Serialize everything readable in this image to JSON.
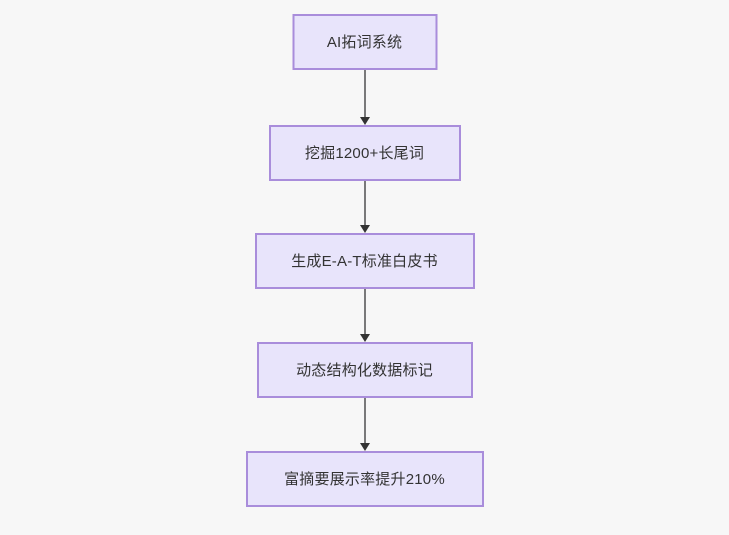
{
  "diagram": {
    "type": "flowchart",
    "direction": "top-to-bottom",
    "background_color": "#f7f7f7",
    "node_fill_color": "#e8e4fb",
    "node_border_color": "#a98ddb",
    "node_text_color": "#333333",
    "connector_color": "#79797a",
    "arrowhead_color": "#333333",
    "nodes": [
      {
        "id": "n0",
        "label": "AI拓词系统"
      },
      {
        "id": "n1",
        "label": "挖掘1200+长尾词"
      },
      {
        "id": "n2",
        "label": "生成E-A-T标准白皮书"
      },
      {
        "id": "n3",
        "label": "动态结构化数据标记"
      },
      {
        "id": "n4",
        "label": "富摘要展示率提升210%"
      }
    ],
    "edges": [
      {
        "id": "e0",
        "from": "n0",
        "to": "n1",
        "label": ""
      },
      {
        "id": "e1",
        "from": "n1",
        "to": "n2",
        "label": ""
      },
      {
        "id": "e2",
        "from": "n2",
        "to": "n3",
        "label": ""
      },
      {
        "id": "e3",
        "from": "n3",
        "to": "n4",
        "label": ""
      }
    ]
  }
}
